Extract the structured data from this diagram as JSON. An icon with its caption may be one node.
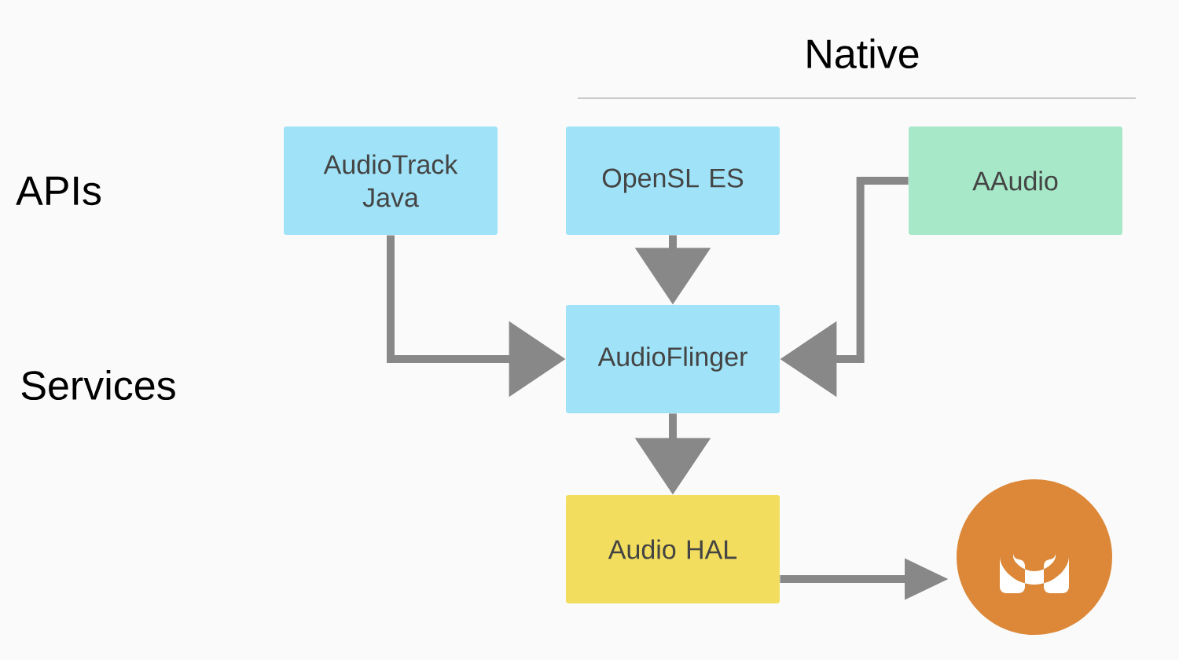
{
  "diagram": {
    "nodes": [
      {
        "text": [
          "AudioTrack Java"
        ]
      },
      {
        "text": [
          "OpenSL ES"
        ]
      },
      {
        "text": [
          "AAudio"
        ]
      },
      {
        "text": [
          "AudioFlinger"
        ]
      },
      {
        "text": [
          "Audio HAL"
        ]
      },
      {
        "text": [],
        "shape": "circle"
      }
    ],
    "edges": [
      {
        "from": 0,
        "to": 3,
        "arrow": "to"
      },
      {
        "from": 1,
        "to": 3,
        "arrow": "to"
      },
      {
        "from": 2,
        "to": 3,
        "arrow": "to"
      },
      {
        "from": 3,
        "to": 4,
        "arrow": "to"
      },
      {
        "from": 4,
        "to": 5,
        "arrow": "to"
      }
    ],
    "labels": [
      "Native",
      "APIs",
      "Services"
    ]
  }
}
